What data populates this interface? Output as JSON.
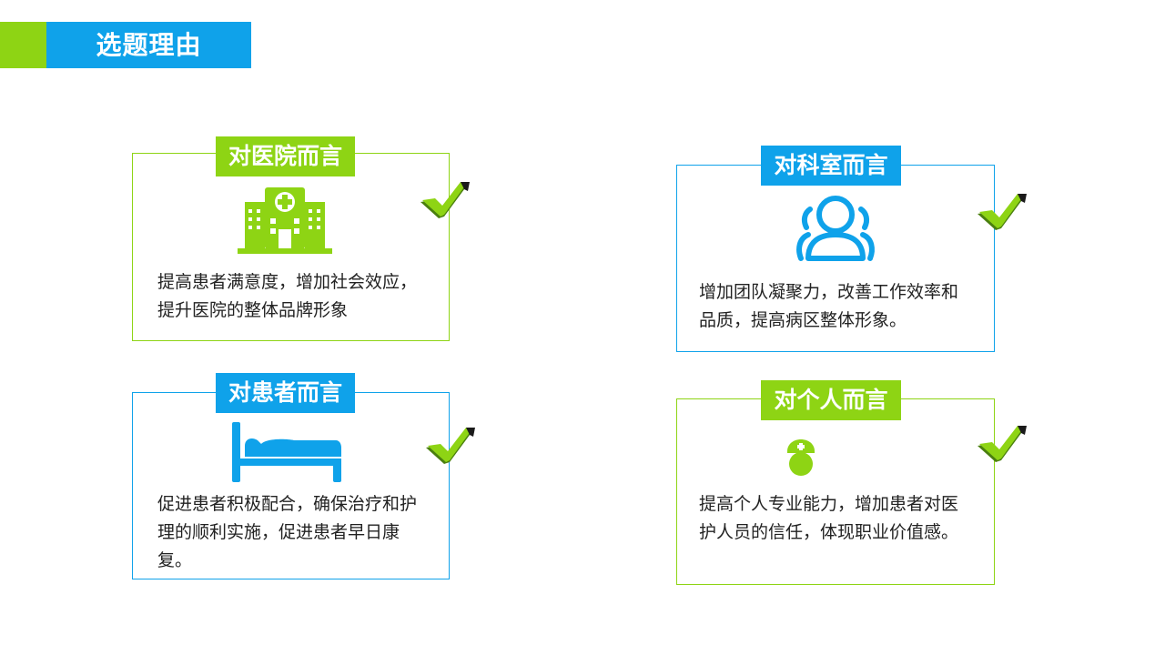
{
  "header": {
    "title": "选题理由"
  },
  "cards": {
    "hospital": {
      "title": "对医院而言",
      "text": "提高患者满意度，增加社会效应，提升医院的整体品牌形象"
    },
    "department": {
      "title": "对科室而言",
      "text": "增加团队凝聚力，改善工作效率和品质，提高病区整体形象。"
    },
    "patient": {
      "title": "对患者而言",
      "text": "促进患者积极配合，确保治疗和护理的顺利实施，促进患者早日康复。"
    },
    "personal": {
      "title": "对个人而言",
      "text": "提高个人专业能力，增加患者对医护人员的信任，体现职业价值感。"
    }
  },
  "icons": [
    "hospital-icon",
    "people-icon",
    "bed-icon",
    "nurse-icon",
    "check-icon"
  ],
  "colors": {
    "green": "#8ed414",
    "blue": "#0fa2ea"
  }
}
